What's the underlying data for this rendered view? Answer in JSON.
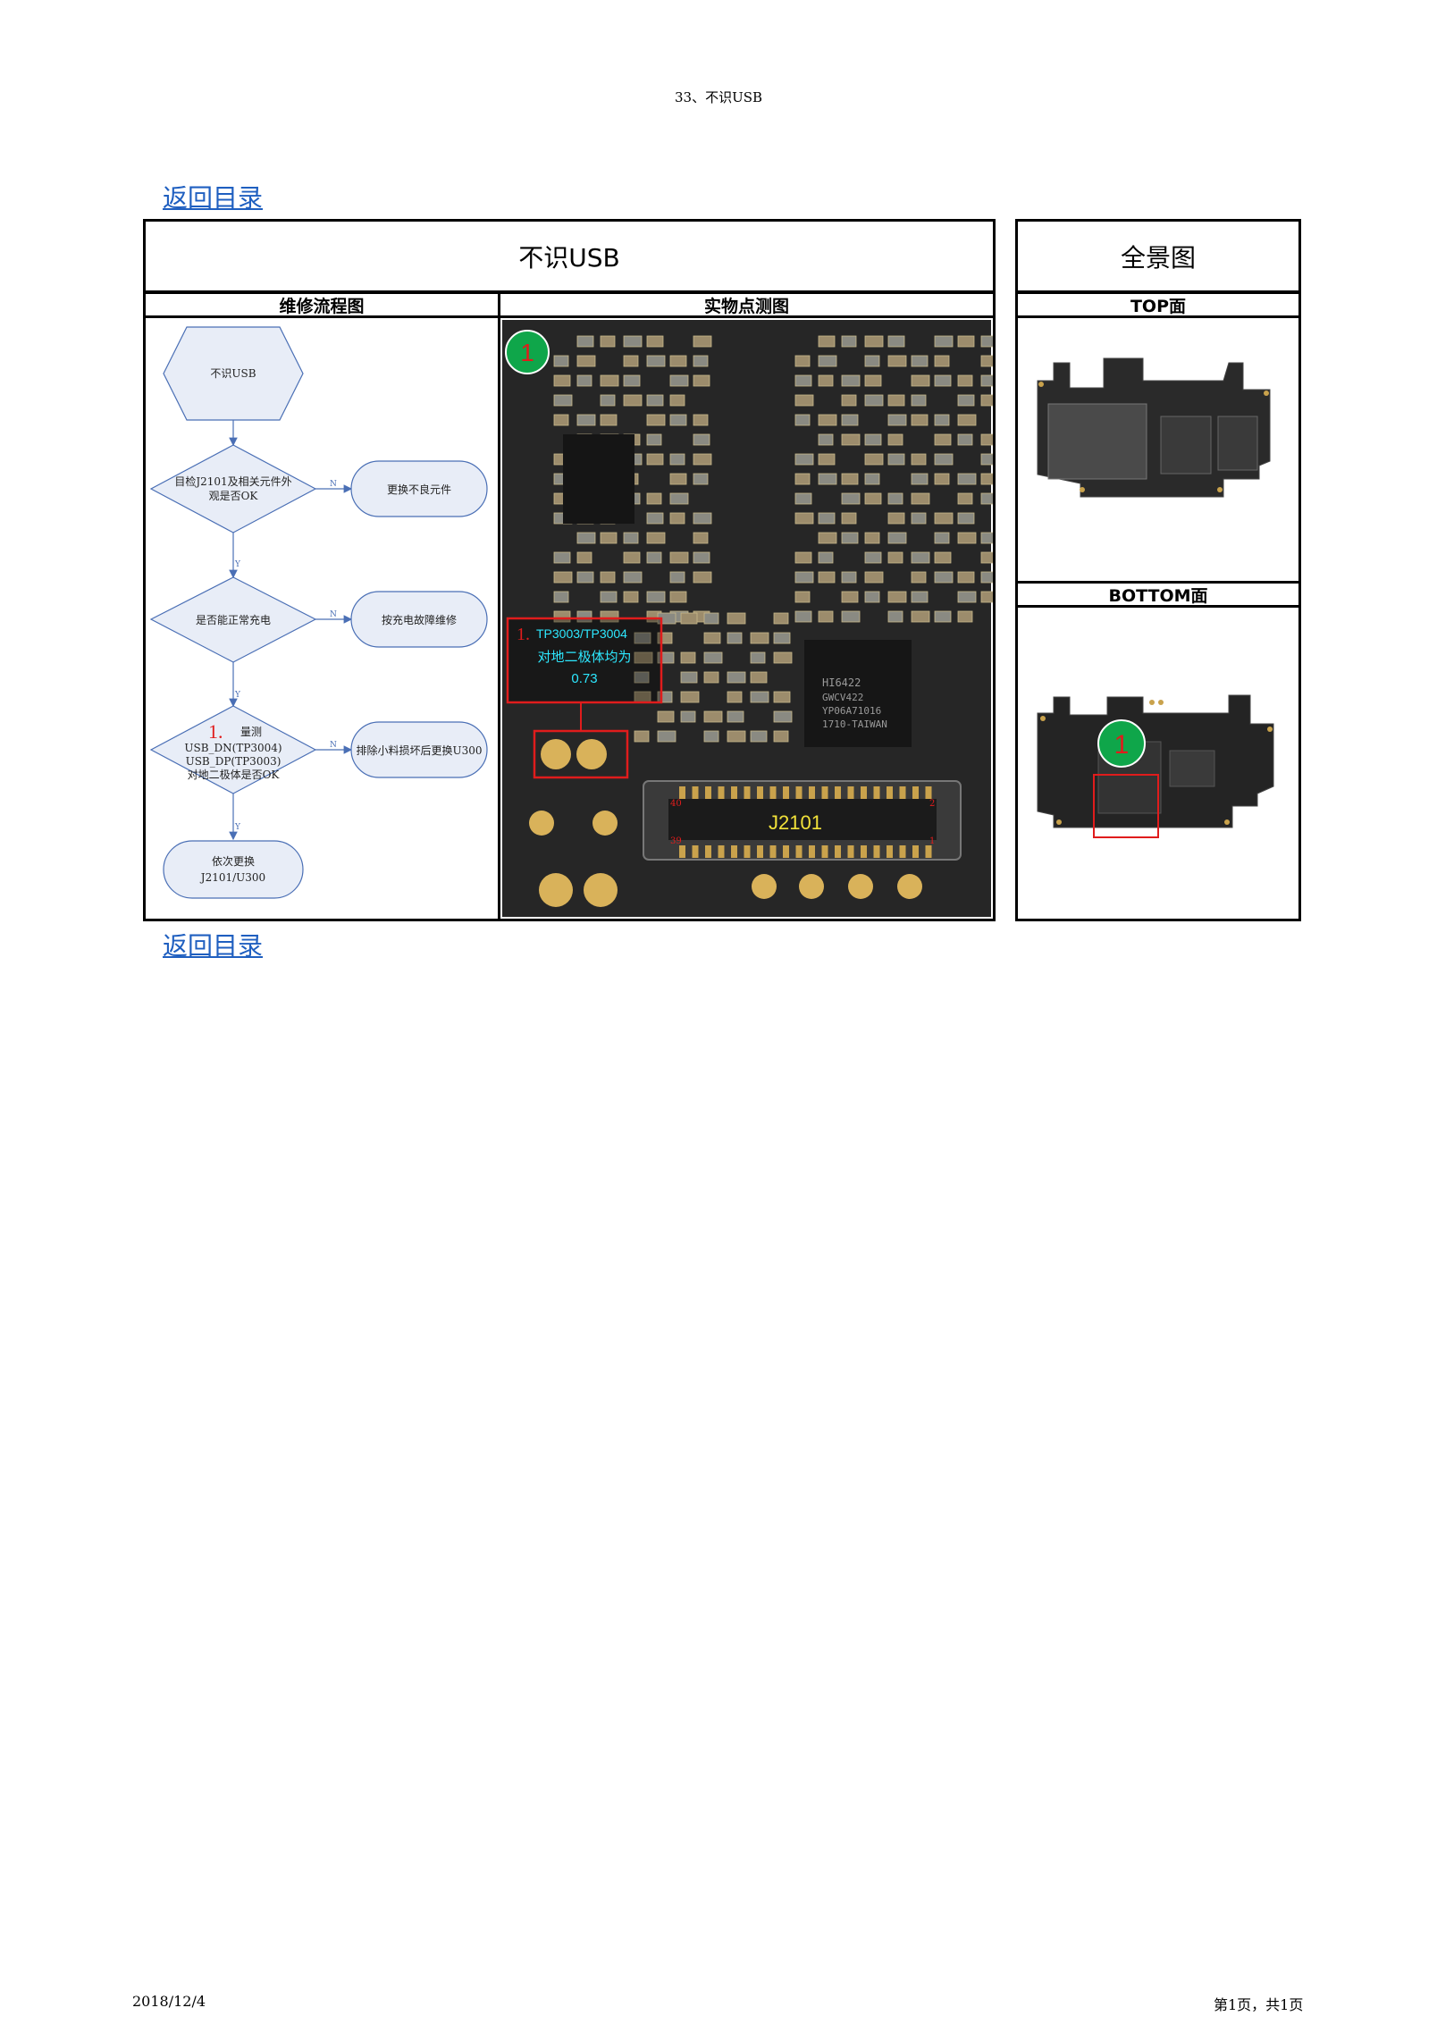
{
  "header": {
    "title": "33、不识USB"
  },
  "links": {
    "back_top": "返回目录",
    "back_bottom": "返回目录"
  },
  "table": {
    "main_title": "不识USB",
    "overview_title": "全景图",
    "flow_header": "维修流程图",
    "photo_header": "实物点测图",
    "top_header": "TOP面",
    "bottom_header": "BOTTOM面"
  },
  "flowchart": {
    "start": "不识USB",
    "check1_line1": "目检J2101及相关元件外",
    "check1_line2": "观是否OK",
    "action1": "更换不良元件",
    "check2": "是否能正常充电",
    "action2": "按充电故障维修",
    "check3_num": "1.",
    "check3_line1": "量测",
    "check3_line2": "USB_DN(TP3004)",
    "check3_line3": "USB_DP(TP3003)",
    "check3_line4": "对地二极体是否OK",
    "action3": "排除小料损坏后更换U300",
    "end_line1": "依次更换",
    "end_line2": "J2101/U300",
    "yes": "Y",
    "no": "N"
  },
  "photo": {
    "marker": "1",
    "note_num": "1.",
    "note_line1": "TP3003/TP3004",
    "note_line2": "对地二极体均为",
    "note_line3": "0.73",
    "connector_label": "J2101",
    "chip_label1": "HI6422",
    "chip_label2": "GWCV422",
    "chip_label3": "YP06A71016",
    "chip_label4": "1710-TAIWAN",
    "pin40": "40",
    "pin39": "39",
    "pin1": "1",
    "pin2": "2"
  },
  "overview": {
    "marker": "1"
  },
  "footer": {
    "date": "2018/12/4",
    "page": "第1页，共1页"
  },
  "colors": {
    "link": "#1f5fc0",
    "flow_fill": "#e8edf7",
    "flow_stroke": "#4a6fb5",
    "marker": "#0fa64a",
    "highlight": "#e01c1c",
    "note_text": "#2de8ff"
  }
}
